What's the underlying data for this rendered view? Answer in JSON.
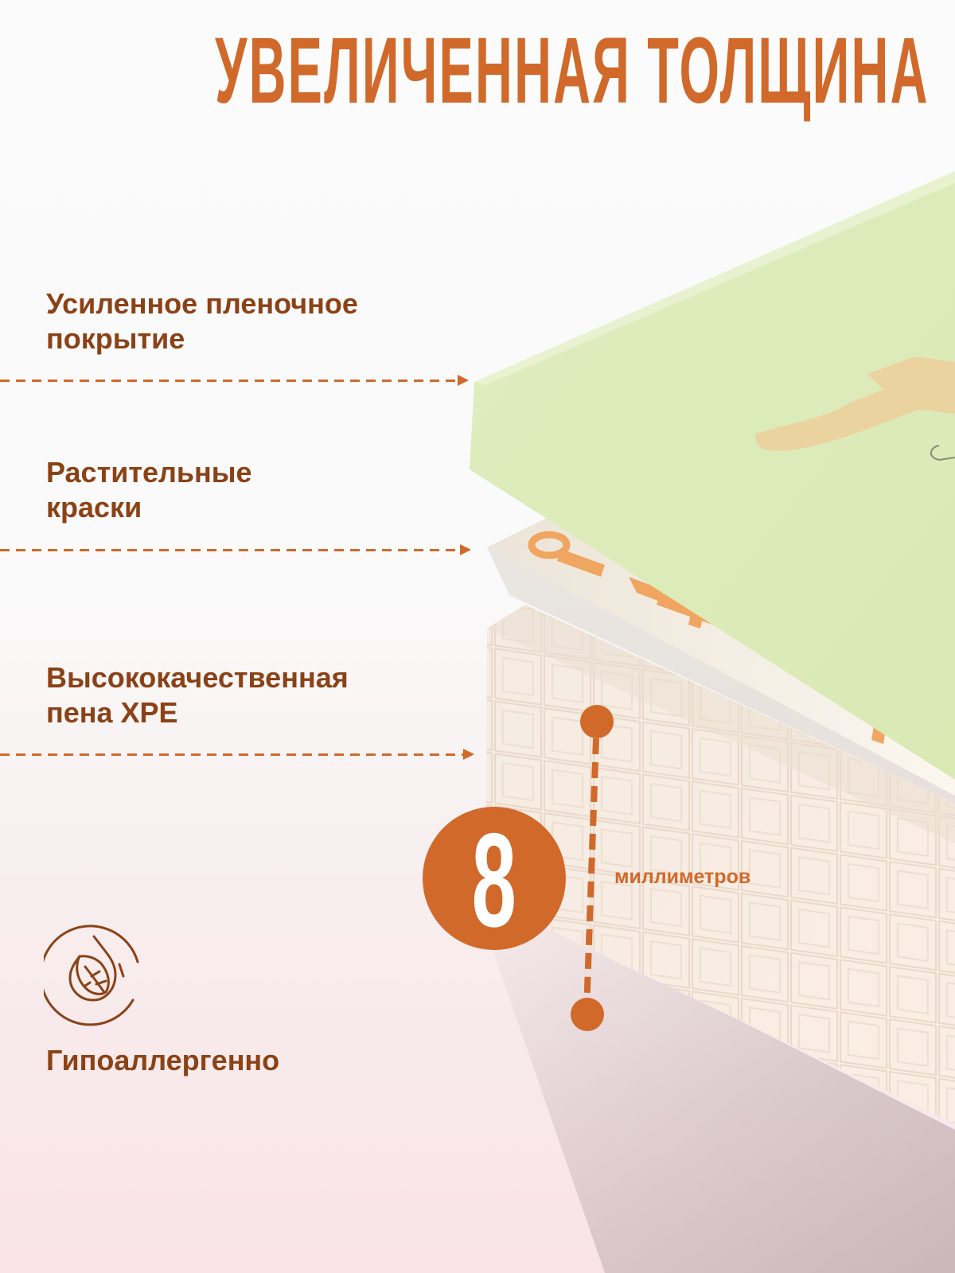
{
  "title": "УВЕЛИЧЕННАЯ ТОЛЩИНА",
  "layers": [
    {
      "line1": "Усиленное пленочное",
      "line2": "покрытие"
    },
    {
      "line1": "Растительные",
      "line2": "краски"
    },
    {
      "line1": "Высококачественная",
      "line2": "пена XPE"
    }
  ],
  "thickness": {
    "value": "8",
    "unit": "миллиметров"
  },
  "feature": {
    "label": "Гипоаллергенно",
    "icon": "drop-leaf-icon"
  },
  "colors": {
    "accent": "#d0692a",
    "text": "#8a4216",
    "film_layer": "#dfecbc",
    "print_layer": "#f7f0e4",
    "foam_layer": "#f8ebe0",
    "background_bottom": "#f9e3e7"
  }
}
